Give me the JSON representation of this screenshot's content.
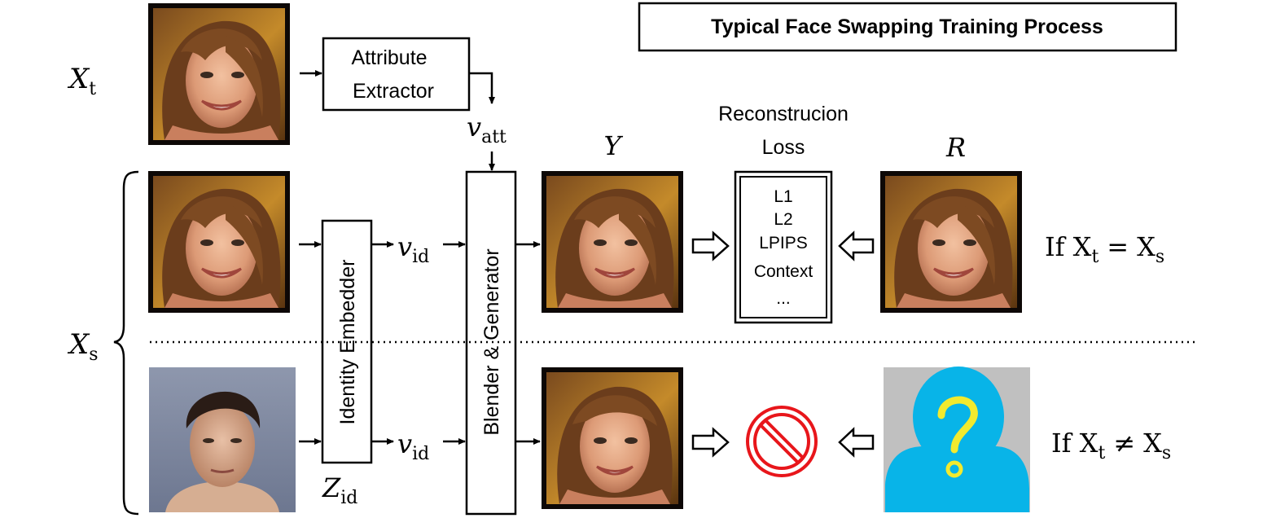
{
  "title": "Typical Face Swapping Training Process",
  "labels": {
    "xt_main": "X",
    "xt_sub": "t",
    "xs_main": "X",
    "xs_sub": "s",
    "vatt_main": "v",
    "vatt_sub": "att",
    "vid_main": "v",
    "vid_sub": "id",
    "zid_main": "Z",
    "zid_sub": "id",
    "y": "Y",
    "r": "R"
  },
  "boxes": {
    "attribute_extractor": [
      "Attribute",
      "Extractor"
    ],
    "identity_embedder": "Identity Embedder",
    "blender_generator": "Blender & Generator"
  },
  "reconstruction": {
    "heading": [
      "Reconstrucion",
      "Loss"
    ],
    "items": [
      "L1",
      "L2",
      "LPIPS",
      "Context",
      "..."
    ]
  },
  "conditions": {
    "same": {
      "prefix": "If ",
      "a_main": "X",
      "a_sub": "t",
      "op": "=",
      "b_main": "X",
      "b_sub": "s"
    },
    "diff": {
      "prefix": "If ",
      "a_main": "X",
      "a_sub": "t",
      "op": "≠",
      "b_main": "X",
      "b_sub": "s"
    }
  },
  "icons": [
    "face-photo-female",
    "face-photo-male",
    "prohibited-icon",
    "unknown-person-icon"
  ],
  "colors": {
    "prohibited": "#e8161b",
    "person": "#08b4e8",
    "question": "#f2ea2e",
    "placeholder_bg": "#c0c0c0"
  }
}
